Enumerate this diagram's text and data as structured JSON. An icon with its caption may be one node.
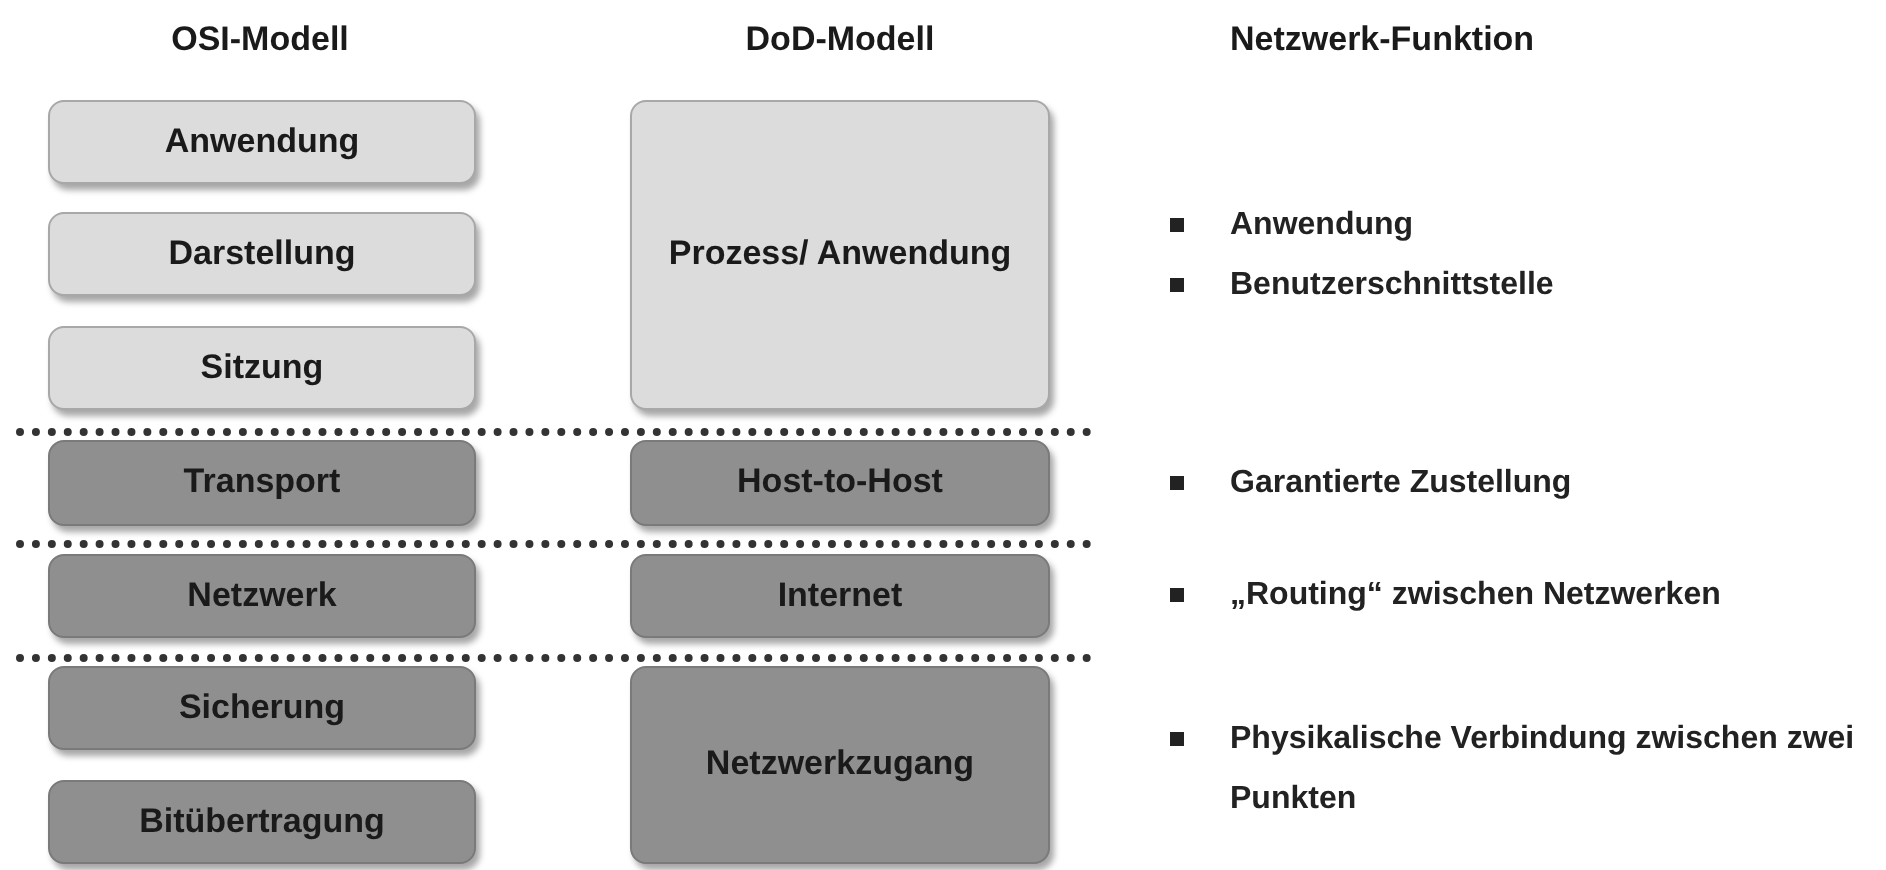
{
  "diagram": {
    "nodes": [
      {
        "text": [
          "Anwendung"
        ]
      },
      {
        "text": [
          "Darstellung"
        ]
      },
      {
        "text": [
          "Sitzung"
        ]
      },
      {
        "text": [
          "Transport"
        ]
      },
      {
        "text": [
          "Netzwerk"
        ]
      },
      {
        "text": [
          "Sicherung"
        ]
      },
      {
        "text": [
          "Bitübertragung"
        ]
      },
      {
        "text": [
          "Prozess/ Anwendung"
        ]
      },
      {
        "text": [
          "Host-to-Host"
        ]
      },
      {
        "text": [
          "Internet"
        ]
      },
      {
        "text": [
          "Netzwerkzugang"
        ]
      }
    ],
    "labels": [
      "OSI-Modell",
      "DoD-Modell",
      "Netzwerk-Funktion",
      "Anwendung",
      "Benutzerschnittstelle",
      "Garantierte Zustellung",
      "„Routing“ zwischen Netzwerken",
      "Physikalische Verbindung zwischen zwei Punkten"
    ]
  }
}
